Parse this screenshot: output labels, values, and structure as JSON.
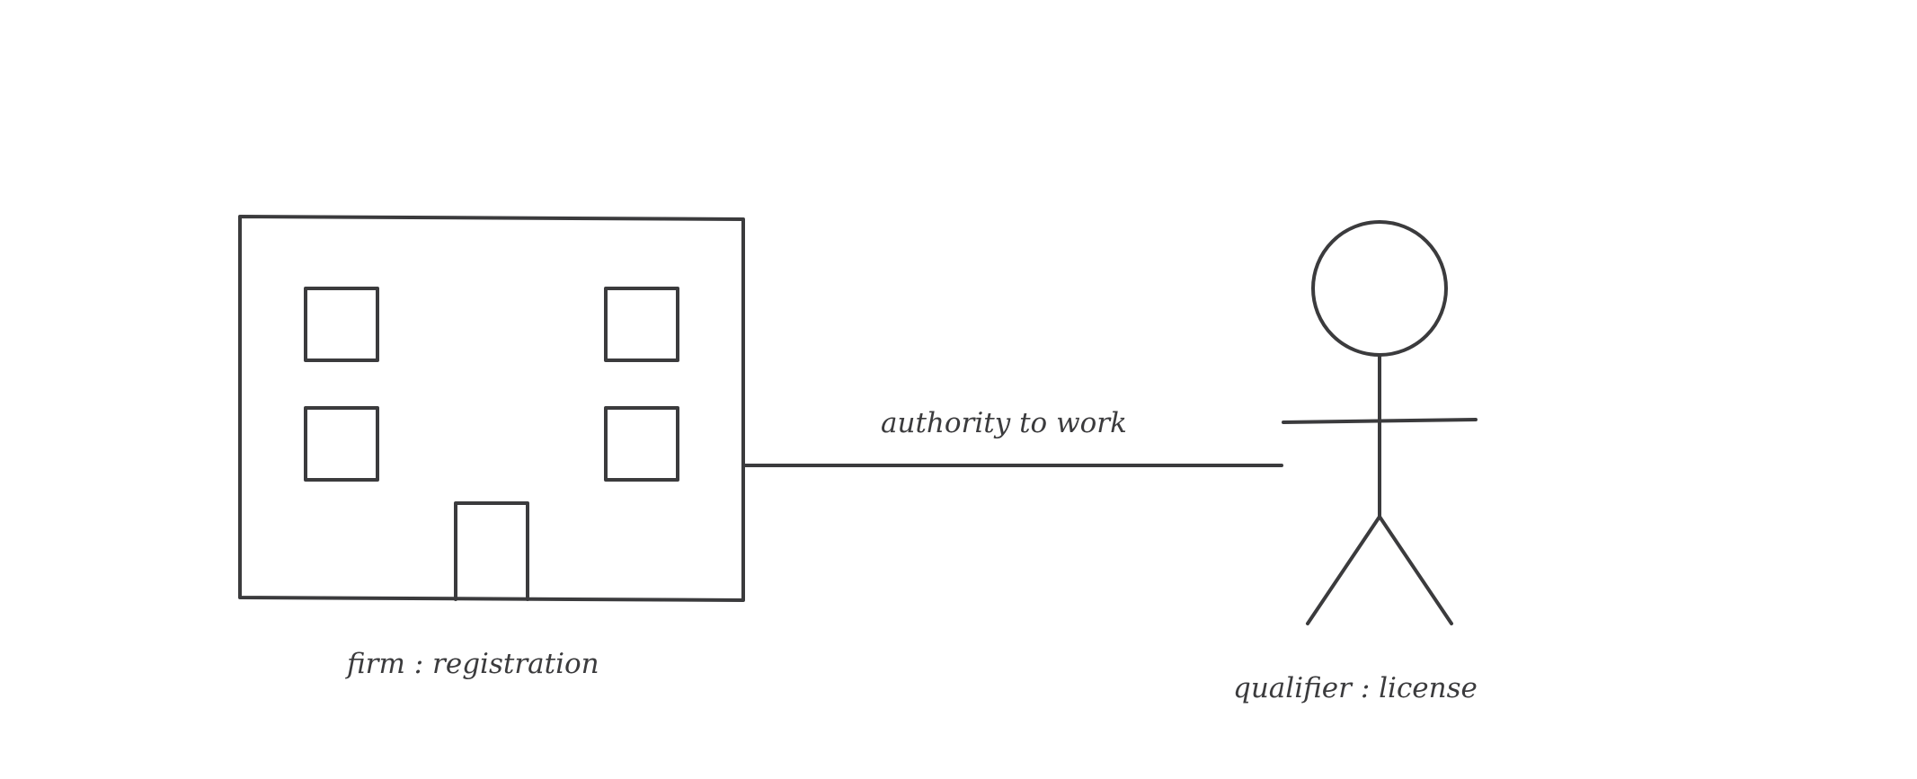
{
  "diagram": {
    "firm": {
      "label": "firm : registration"
    },
    "connection": {
      "label": "authority to work"
    },
    "qualifier": {
      "label": "qualifier : license"
    },
    "stroke_color": "#3b3b3d"
  }
}
